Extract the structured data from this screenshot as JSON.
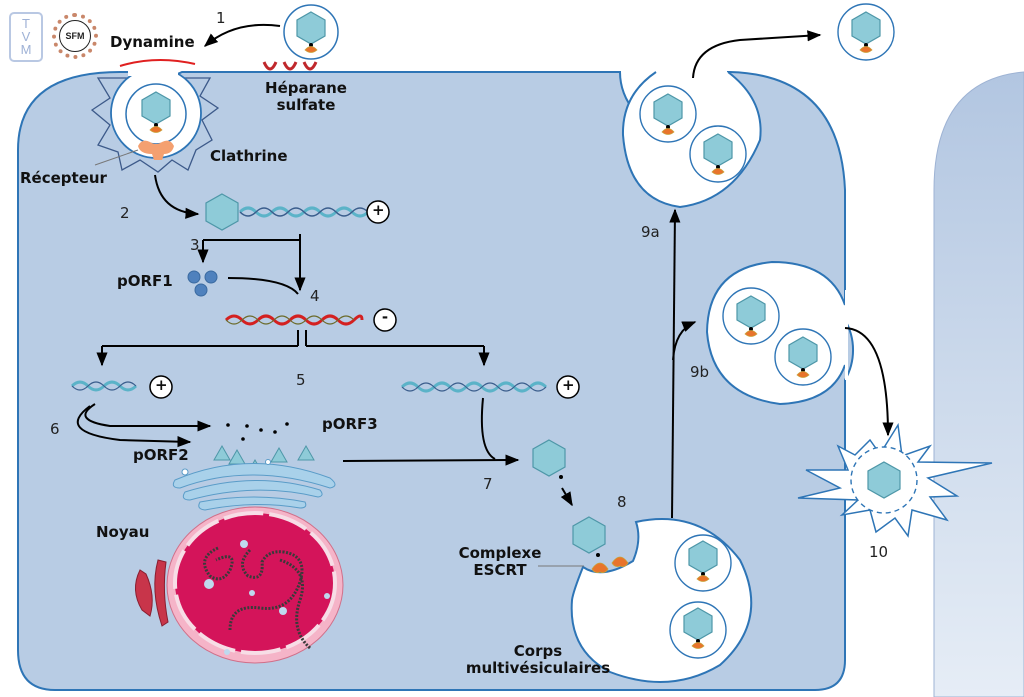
{
  "logos": {
    "tvm": "T\nV\nM",
    "sfm": "SFM"
  },
  "labels": {
    "dynamine": "Dynamine",
    "heparane_sulfate_line1": "Héparane",
    "heparane_sulfate_line2": "sulfate",
    "clathrine": "Clathrine",
    "recepteur": "Récepteur",
    "porf1": "pORF1",
    "porf2": "pORF2",
    "porf3": "pORF3",
    "noyau": "Noyau",
    "complexe_escrt_line1": "Complexe",
    "complexe_escrt_line2": "ESCRT",
    "corps_mv_line1": "Corps",
    "corps_mv_line2": "multivésiculaires"
  },
  "steps": {
    "s1": "1",
    "s2": "2",
    "s3": "3",
    "s4": "4",
    "s5": "5",
    "s6": "6",
    "s7": "7",
    "s8": "8",
    "s9a": "9a",
    "s9b": "9b",
    "s10": "10"
  },
  "polarity": {
    "genome_plus": "+",
    "antigenome_minus": "-",
    "subgenomic_plus": "+",
    "progeny_plus": "+"
  },
  "colors": {
    "cell": "#b8cce4",
    "membrane": "#2e75b6",
    "capsid": "#8ecbd8",
    "capsid_stroke": "#4e97a8",
    "porf1": "#4f81bd",
    "dynamine": "#e02020",
    "heparan": "#c0282c",
    "receptor": "#f4a070",
    "nucleus": "#d4145a",
    "er": "#c8354a",
    "golgi": "#7fb8dc",
    "neighbor_cell_top": "#b4c8e2",
    "neighbor_cell_bottom": "#e4ebf5"
  }
}
